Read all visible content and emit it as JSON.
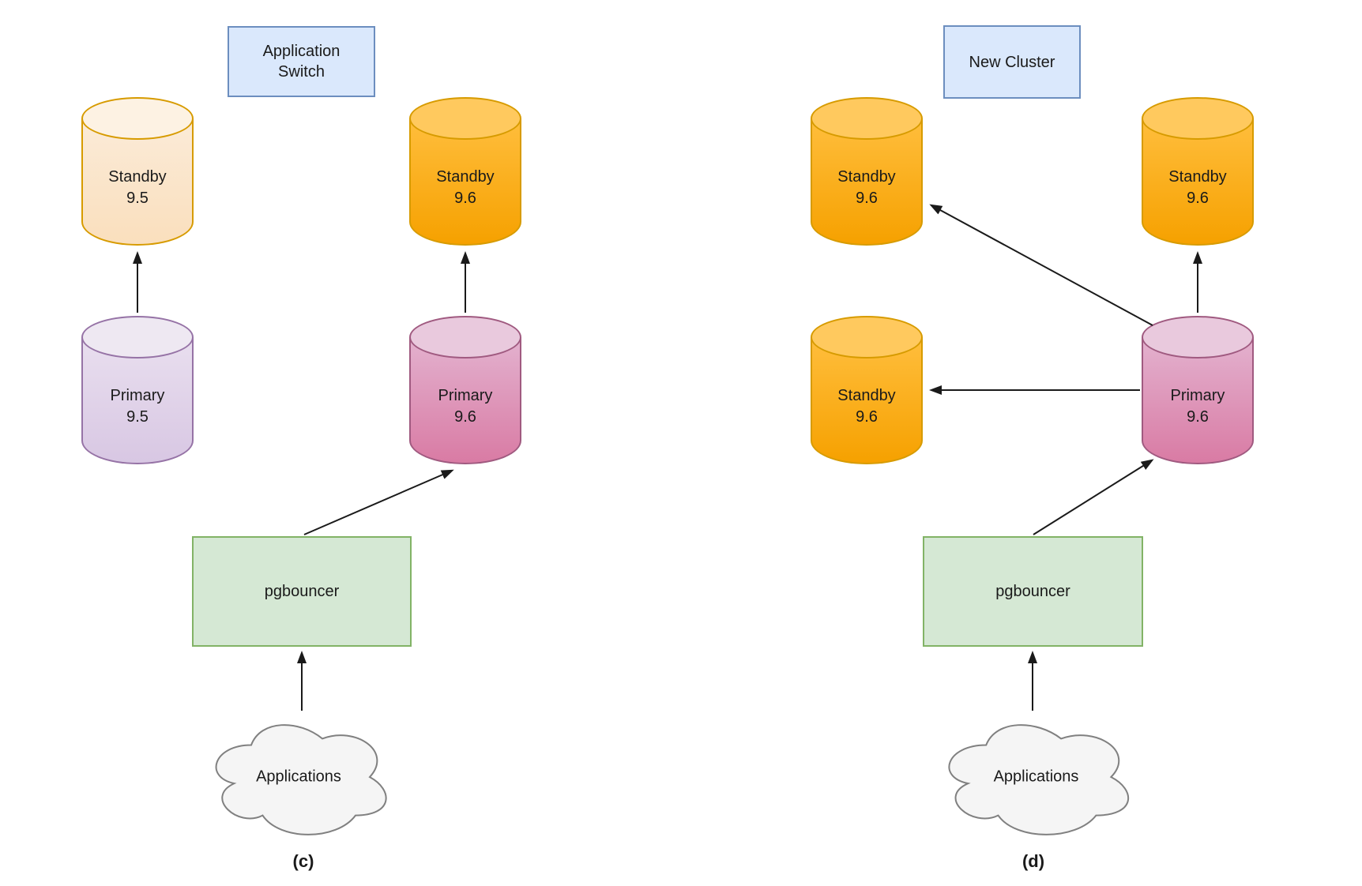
{
  "diagrams": {
    "c": {
      "caption": "(c)",
      "banner": "Application Switch",
      "nodes": {
        "standby_old": {
          "label": "Standby",
          "version": "9.5"
        },
        "standby_new": {
          "label": "Standby",
          "version": "9.6"
        },
        "primary_old": {
          "label": "Primary",
          "version": "9.5"
        },
        "primary_new": {
          "label": "Primary",
          "version": "9.6"
        },
        "pgbouncer": {
          "label": "pgbouncer"
        },
        "applications": {
          "label": "Applications"
        }
      },
      "edges": [
        "Primary 9.5 -> Standby 9.5",
        "Primary 9.6 -> Standby 9.6",
        "pgbouncer -> Primary 9.6",
        "Applications -> pgbouncer"
      ]
    },
    "d": {
      "caption": "(d)",
      "banner": "New Cluster",
      "nodes": {
        "standby_top_left": {
          "label": "Standby",
          "version": "9.6"
        },
        "standby_top_right": {
          "label": "Standby",
          "version": "9.6"
        },
        "standby_mid_left": {
          "label": "Standby",
          "version": "9.6"
        },
        "primary": {
          "label": "Primary",
          "version": "9.6"
        },
        "pgbouncer": {
          "label": "pgbouncer"
        },
        "applications": {
          "label": "Applications"
        }
      },
      "edges": [
        "Primary 9.6 -> Standby 9.6 (top left)",
        "Primary 9.6 -> Standby 9.6 (top right)",
        "Primary 9.6 -> Standby 9.6 (mid left)",
        "pgbouncer -> Primary 9.6",
        "Applications -> pgbouncer"
      ]
    }
  },
  "colors": {
    "background": "#ffffff",
    "banner_fill": "#dae8fc",
    "banner_border": "#6c8ebf",
    "pgbouncer_fill": "#d5e8d4",
    "pgbouncer_border": "#82b366",
    "standby_95_fill": "#fce5cc",
    "standby_95_border": "#d79b00",
    "standby_96_fill_top": "#ffbe3d",
    "standby_96_fill_bottom": "#f6a100",
    "standby_96_border": "#d79b00",
    "primary_95_fill": "#e1d5e7",
    "primary_95_border": "#9673a6",
    "primary_96_fill_top": "#e3b2cf",
    "primary_96_fill_bottom": "#d97ba4",
    "primary_96_border": "#a05a80",
    "cloud_fill": "#f5f5f5",
    "cloud_border": "#808080",
    "arrow": "#1a1a1a",
    "text": "#1a1a1a"
  }
}
